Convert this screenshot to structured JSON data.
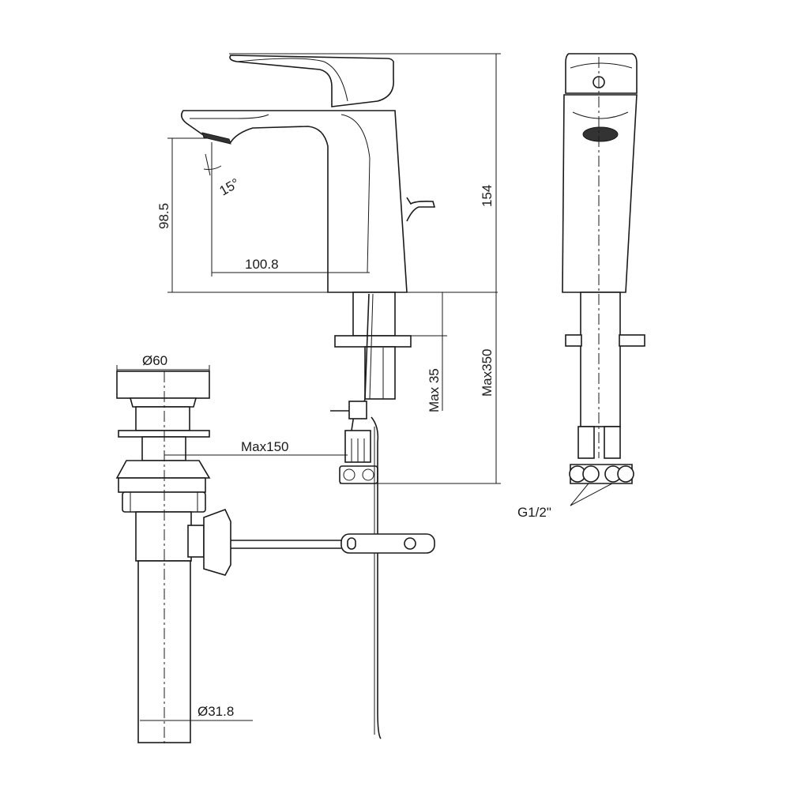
{
  "dimensions": {
    "spout_height": "98.5",
    "spout_angle": "15°",
    "spout_reach": "100.8",
    "total_height": "154",
    "max_deck_thickness": "Max 35",
    "max_below_deck": "Max350",
    "drain_diameter": "Ø60",
    "max_rod_distance": "Max150",
    "tail_pipe_diameter": "Ø31.8",
    "connection_thread": "G1/2\""
  }
}
